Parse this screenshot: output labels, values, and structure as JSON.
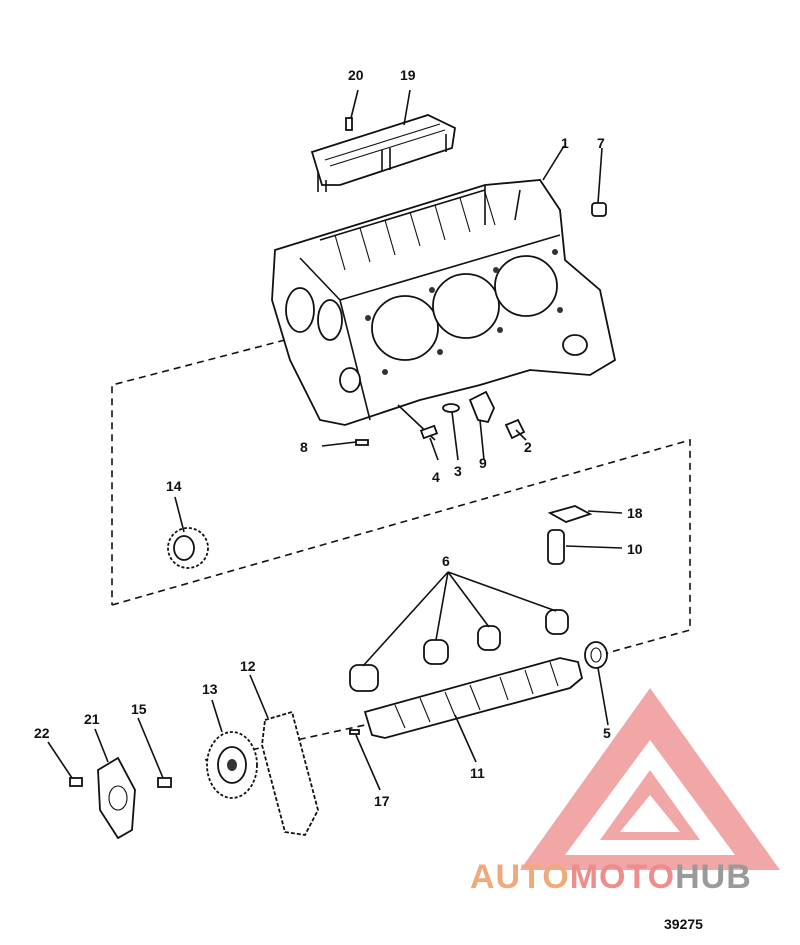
{
  "figure_number": "39275",
  "watermark": {
    "part1": "AUTO",
    "part2": "MOTO",
    "part3": "HUB"
  },
  "callouts": {
    "c1": "1",
    "c2": "2",
    "c3": "3",
    "c4": "4",
    "c5": "5",
    "c6": "6",
    "c7": "7",
    "c8": "8",
    "c9": "9",
    "c10": "10",
    "c11": "11",
    "c12": "12",
    "c13": "13",
    "c14": "14",
    "c15": "15",
    "c17": "17",
    "c18": "18",
    "c19": "19",
    "c20": "20",
    "c21": "21",
    "c22": "22"
  },
  "colors": {
    "ink": "#111111",
    "watermark_red": "#ef8c8c",
    "watermark_orange": "#f1a97c",
    "watermark_gray": "#9a9a9a"
  }
}
